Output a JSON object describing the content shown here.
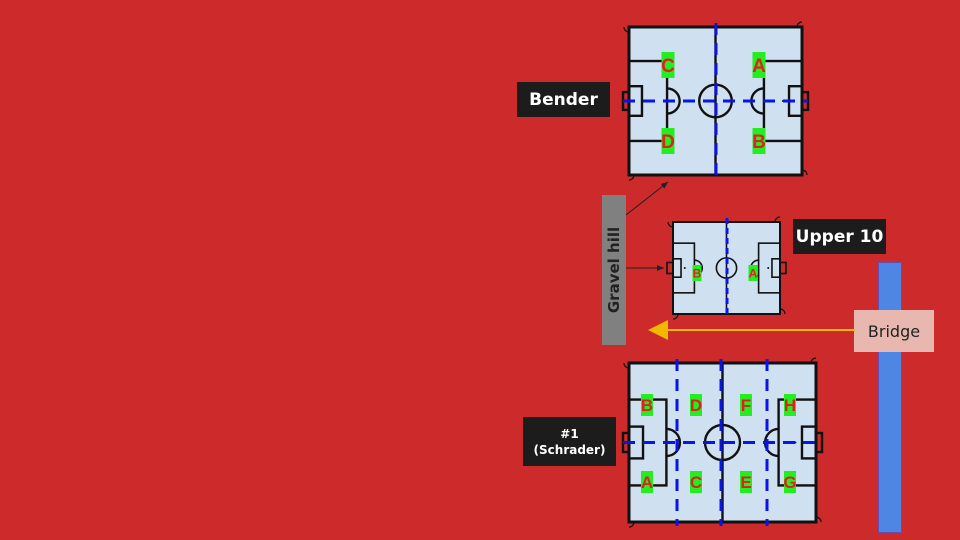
{
  "colors": {
    "background": "#cd2a2b",
    "field": "#cfe0f1",
    "zone_badge": "#22ee22",
    "zone_text": "#e0201e",
    "divider": "#0a14e8",
    "bridge": "#4e86e4",
    "arrow_bridge": "#f2b800"
  },
  "labels": {
    "bender": "Bender",
    "upper10": "Upper 10",
    "schrader_line1": "#1",
    "schrader_line2": "(Schrader)",
    "bridge": "Bridge",
    "gravel_hill": "Gravel hill"
  },
  "fields": {
    "bender": {
      "name": "Bender",
      "zones": [
        "C",
        "D",
        "A",
        "B"
      ]
    },
    "upper10": {
      "name": "Upper 10",
      "zones": [
        "B",
        "A"
      ]
    },
    "schrader": {
      "name": "#1 (Schrader)",
      "zones": [
        "B",
        "A",
        "D",
        "C",
        "F",
        "E",
        "H",
        "G"
      ]
    }
  }
}
